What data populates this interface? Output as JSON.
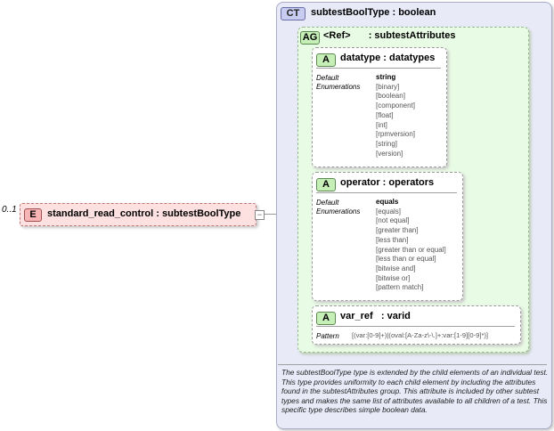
{
  "element": {
    "badge": "E",
    "label": "standard_read_control : subtestBoolType",
    "occurrence": "0..1",
    "expand": "−"
  },
  "complex_type": {
    "badge": "CT",
    "title": "subtestBoolType : boolean",
    "documentation": "The subtestBoolType type is extended by the child elements of an individual test.  This type provides uniformity to each child element by including the attributes found in the subtestAttributes group.  This attribute is included by other subtest types and makes the same list of attributes available to all children of a test.  This specific type describes simple boolean data."
  },
  "attribute_group": {
    "badge": "AG",
    "ref": "<Ref>",
    "name": ": subtestAttributes"
  },
  "attributes": [
    {
      "badge": "A",
      "title": "datatype : datatypes",
      "default_key": "Default",
      "enum_key": "Enumerations",
      "default": "string",
      "enumerations": [
        "[binary]",
        "[boolean]",
        "[component]",
        "[float]",
        "[int]",
        "[rpmversion]",
        "[string]",
        "[version]"
      ]
    },
    {
      "badge": "A",
      "title": "operator : operators",
      "default_key": "Default",
      "enum_key": "Enumerations",
      "default": "equals",
      "enumerations": [
        "[equals]",
        "[not equal]",
        "[greater than]",
        "[less than]",
        "[greater than or equal]",
        "[less than or equal]",
        "[bitwise and]",
        "[bitwise or]",
        "[pattern match]"
      ]
    },
    {
      "badge": "A",
      "title": "var_ref   : varid",
      "pattern_key": "Pattern",
      "pattern": "[(var:[0-9]+)|(oval:[A-Za-z\\-\\.]+:var:[1-9][0-9]*)]"
    }
  ],
  "colors": {
    "element_fill": "#fde0e0",
    "complex_type_fill": "#e8eaf8",
    "group_fill": "#e8fbe4",
    "badge_green": "#c6efb8"
  }
}
